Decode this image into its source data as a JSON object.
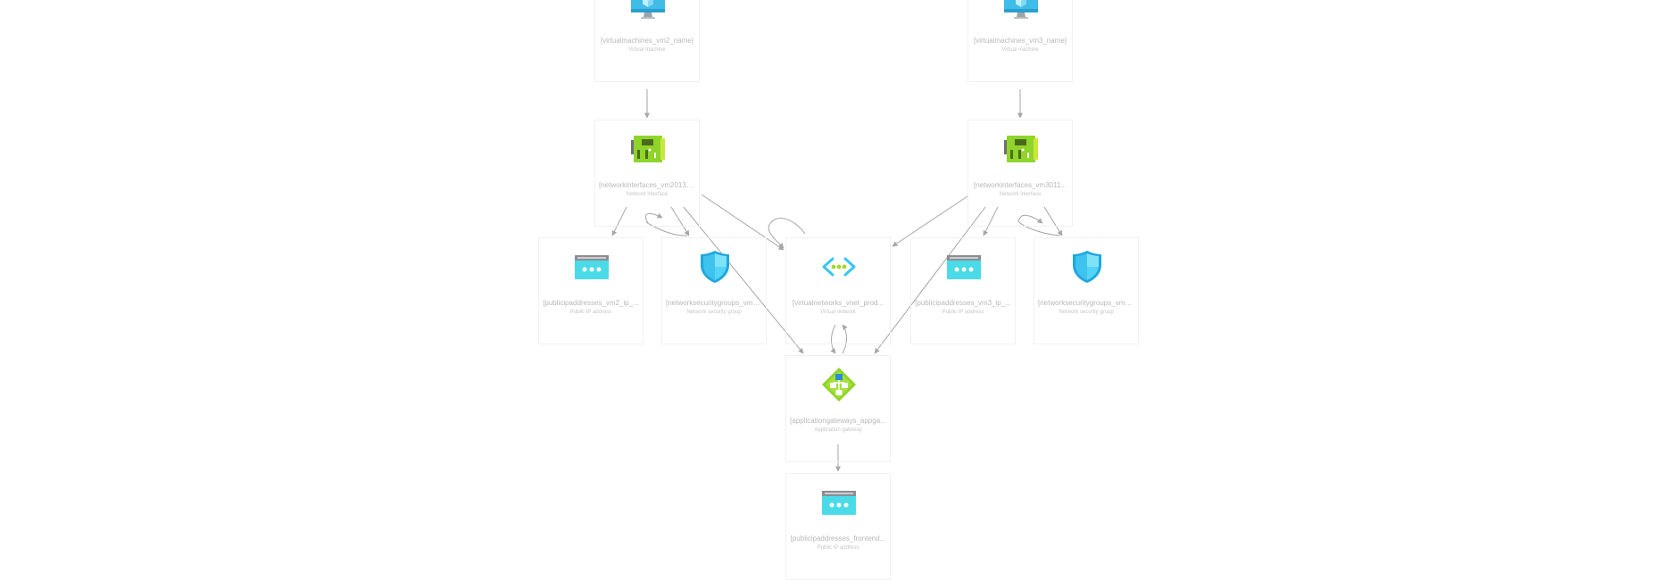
{
  "diagram": {
    "nodes": [
      {
        "id": "vm2",
        "title": "[virtualmachines_vm2_name]",
        "subtitle": "Virtual machine",
        "icon": "virtual-machine-icon"
      },
      {
        "id": "vm3",
        "title": "[virtualmachines_vm3_name]",
        "subtitle": "Virtual machine",
        "icon": "virtual-machine-icon"
      },
      {
        "id": "nic2",
        "title": "[networkinterfaces_vm2013_...",
        "subtitle": "Network interface",
        "icon": "network-interface-icon"
      },
      {
        "id": "nic3",
        "title": "[networkinterfaces_vm3011...",
        "subtitle": "Network interface",
        "icon": "network-interface-icon"
      },
      {
        "id": "pip2",
        "title": "[publicipaddresses_vm2_ip_...",
        "subtitle": "Public IP address",
        "icon": "public-ip-icon"
      },
      {
        "id": "nsg2",
        "title": "[networksecuritygroups_vm2...",
        "subtitle": "Network security group",
        "icon": "network-security-group-icon"
      },
      {
        "id": "vnet",
        "title": "[virtualnetworks_vnet_prod...",
        "subtitle": "Virtual network",
        "icon": "virtual-network-icon"
      },
      {
        "id": "pip3",
        "title": "[publicipaddresses_vm3_ip_...",
        "subtitle": "Public IP address",
        "icon": "public-ip-icon"
      },
      {
        "id": "nsg3",
        "title": "[networksecuritygroups_vm3...",
        "subtitle": "Network security group",
        "icon": "network-security-group-icon"
      },
      {
        "id": "agw",
        "title": "[applicationgateways_appga...",
        "subtitle": "Application gateway",
        "icon": "application-gateway-icon"
      },
      {
        "id": "pipfe",
        "title": "[publicipaddresses_frontend...",
        "subtitle": "Public IP address",
        "icon": "public-ip-icon"
      }
    ],
    "edges": [
      {
        "from": "vm2",
        "to": "nic2"
      },
      {
        "from": "vm3",
        "to": "nic3"
      },
      {
        "from": "nic2",
        "to": "pip2"
      },
      {
        "from": "nic2",
        "to": "nsg2"
      },
      {
        "from": "nic2",
        "to": "vnet"
      },
      {
        "from": "nic2",
        "to": "agw"
      },
      {
        "from": "nic3",
        "to": "vnet"
      },
      {
        "from": "nic3",
        "to": "pip3"
      },
      {
        "from": "nic3",
        "to": "nsg3"
      },
      {
        "from": "nic3",
        "to": "agw"
      },
      {
        "from": "vnet",
        "to": "agw"
      },
      {
        "from": "agw",
        "to": "pipfe"
      }
    ]
  }
}
